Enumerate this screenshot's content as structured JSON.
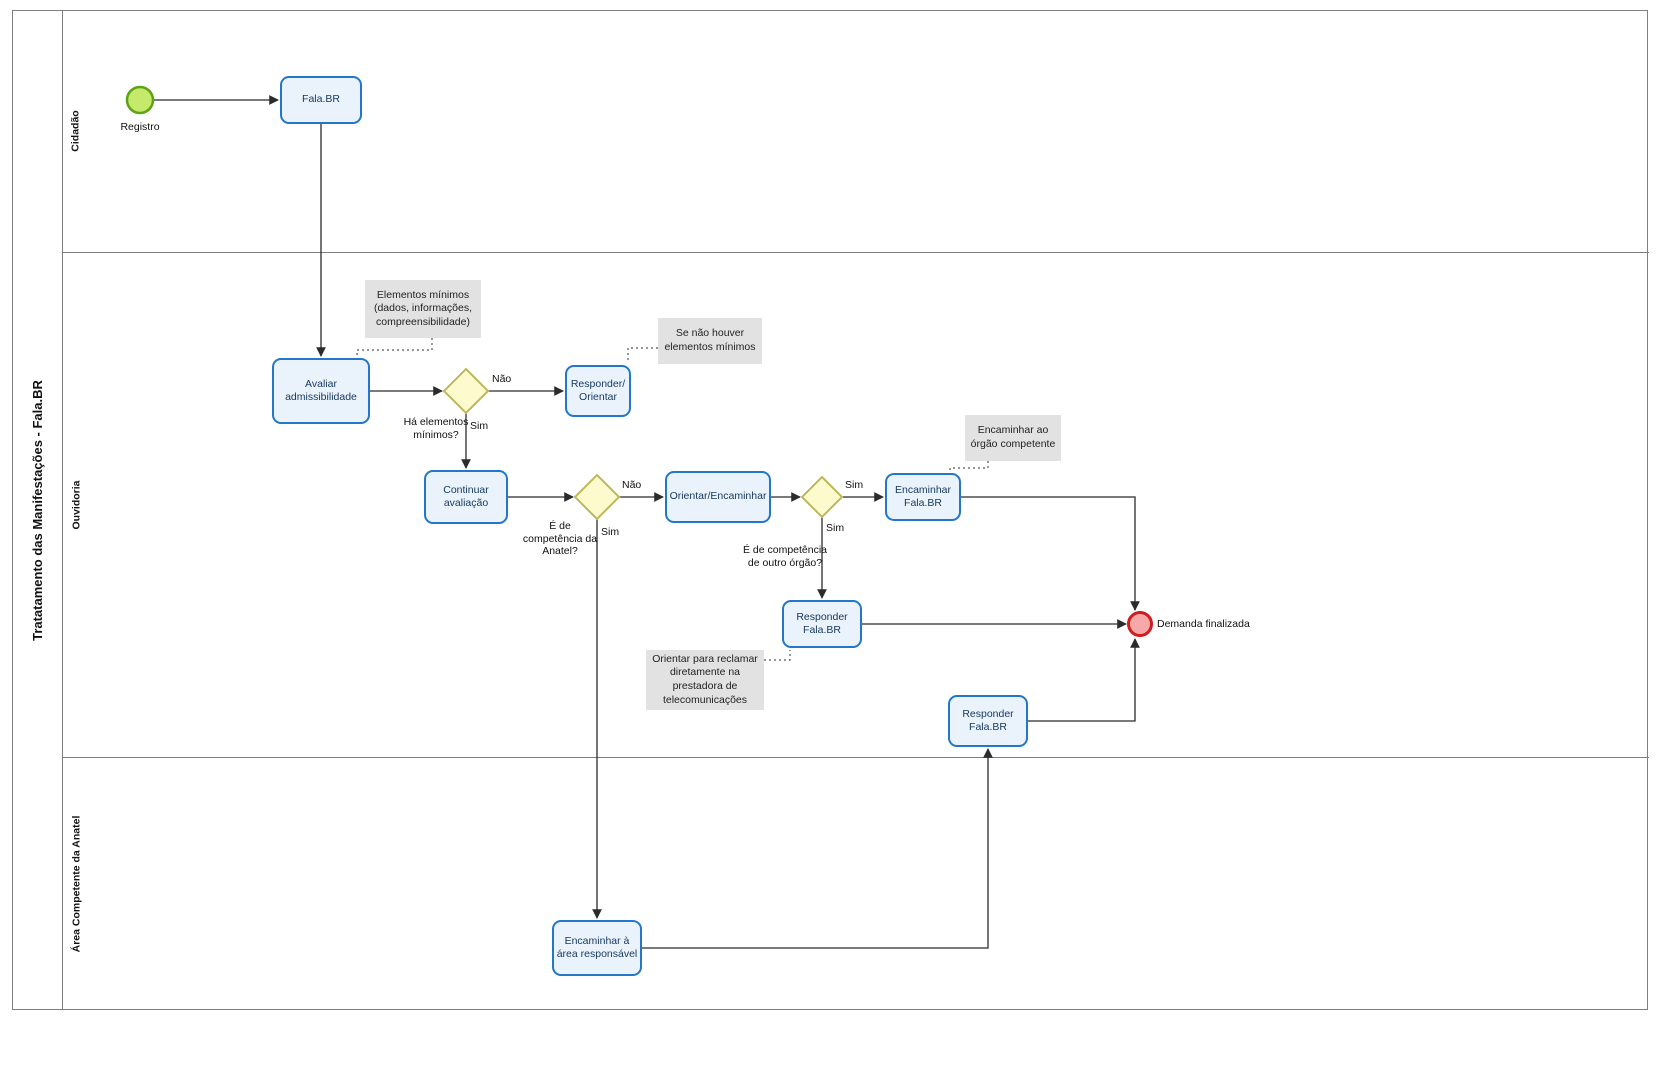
{
  "diagram": {
    "title": "Tratatamento das Manifestações - Fala.BR",
    "lanes": [
      "Cidadão",
      "Ouvidoria",
      "Área Competente da Anatel"
    ]
  },
  "events": {
    "start": {
      "label": "Registro"
    },
    "end": {
      "label": "Demanda finalizada"
    }
  },
  "tasks": {
    "falabr": "Fala.BR",
    "avaliar": "Avaliar admissibilidade",
    "responder_orientar": "Responder/ Orientar",
    "continuar": "Continuar avaliação",
    "orientar_encaminhar": "Orientar/Encaminhar",
    "encaminhar_falabr": "Encaminhar Fala.BR",
    "responder_falabr_1": "Responder Fala.BR",
    "responder_falabr_2": "Responder Fala.BR",
    "encaminhar_area": "Encaminhar à área responsável"
  },
  "gateways": {
    "g1_question": "Há elementos mínimos?",
    "g2_question": "É de competência da Anatel?",
    "g3_question": "É de competência de outro órgão?"
  },
  "edge_labels": {
    "g1_no": "Não",
    "g1_yes": "Sim",
    "g2_no": "Não",
    "g2_yes": "Sim",
    "g3_right": "Sim",
    "g3_down": "Sim"
  },
  "notes": {
    "elementos_minimos": "Elementos  mínimos (dados, informações, compreensibilidade)",
    "se_nao_houver": "Se não houver elementos mínimos",
    "encaminhar_orgao": "Encaminhar ao órgão competente",
    "orientar_prestadora": "Orientar para reclamar diretamente na prestadora de telecomunicações"
  },
  "colors": {
    "task_fill": "#eaf2fb",
    "task_border": "#2277c9",
    "gateway_fill": "#fdfacd",
    "gateway_border": "#bdb85e",
    "start_fill": "#c4e96b",
    "start_border": "#5ea314",
    "end_fill": "#f6a8a8",
    "end_border": "#cf1d1d",
    "note_fill": "#e2e2e2",
    "line": "#2b2b2b"
  }
}
